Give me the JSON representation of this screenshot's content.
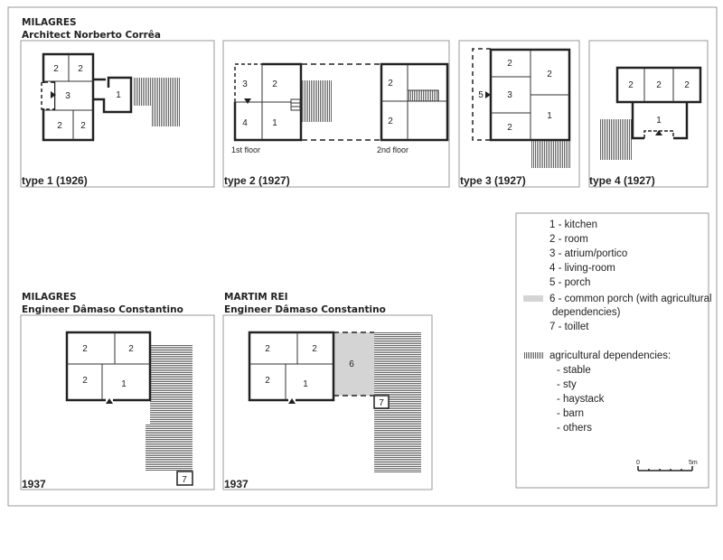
{
  "top_group": {
    "site": "MILAGRES",
    "author": "Architect Norberto Corrêa"
  },
  "panels": [
    {
      "label": "type 1 (1926)",
      "rooms": [
        "2",
        "2",
        "3",
        "2",
        "2",
        "1"
      ]
    },
    {
      "label": "type 2 (1927)",
      "floor1": "1st floor",
      "floor2": "2nd floor",
      "rooms": [
        "3",
        "2",
        "4",
        "1",
        "2",
        "2"
      ]
    },
    {
      "label": "type 3 (1927)",
      "rooms": [
        "2",
        "2",
        "3",
        "2",
        "1",
        "5"
      ]
    },
    {
      "label": "type 4 (1927)",
      "rooms": [
        "2",
        "2",
        "2",
        "1"
      ]
    }
  ],
  "bottom_left": {
    "site": "MILAGRES",
    "author": "Engineer Dâmaso Constantino",
    "label": "1937",
    "rooms": [
      "2",
      "2",
      "2",
      "1",
      "7"
    ]
  },
  "bottom_right": {
    "site": "MARTIM REI",
    "author": "Engineer Dâmaso Constantino",
    "label": "1937",
    "rooms": [
      "2",
      "2",
      "2",
      "1",
      "6",
      "7"
    ]
  },
  "legend": {
    "items": [
      "1 - kitchen",
      "2 - room",
      "3 - atrium/portico",
      "4 - living-room",
      "5 - porch",
      "6 - common porch (with agricultural",
      "dependencies)",
      "7 - toillet"
    ],
    "agri_title": "agricultural dependencies:",
    "agri_items": [
      "- stable",
      "- sty",
      "- haystack",
      "- barn",
      "- others"
    ],
    "scale_start": "0",
    "scale_end": "5m"
  },
  "colors": {
    "porch_fill": "#d4d4d4",
    "hatch": "#666666",
    "wall": "#222222"
  }
}
